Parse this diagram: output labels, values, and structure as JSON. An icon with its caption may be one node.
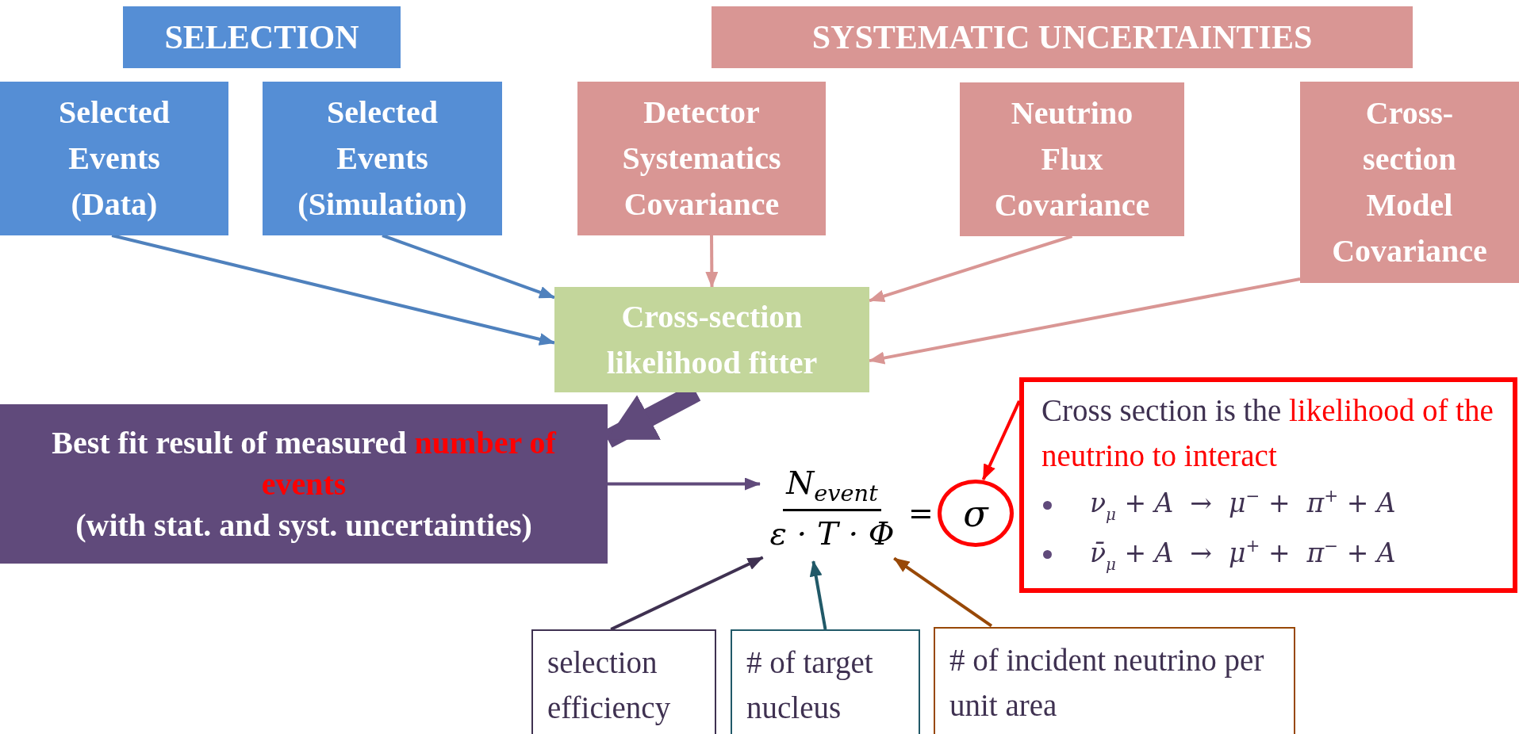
{
  "diagram": {
    "nodes": [
      {
        "text": [
          "SELECTION"
        ]
      },
      {
        "text": [
          "SYSTEMATIC UNCERTAINTIES"
        ]
      },
      {
        "text": [
          "Selected Events (Data)"
        ]
      },
      {
        "text": [
          "Selected Events (Simulation)"
        ]
      },
      {
        "text": [
          "Detector Systematics Covariance"
        ]
      },
      {
        "text": [
          "Neutrino Flux Covariance"
        ]
      },
      {
        "text": [
          "Cross-section Model Covariance"
        ]
      },
      {
        "text": [
          "Cross-section likelihood fitter"
        ]
      },
      {
        "text": [
          "Best fit result of  measured **number of events**",
          "(with stat. and syst. uncertainties)"
        ]
      },
      {
        "text": [
          "N$_{event}$",
          "ε · T · Φ"
        ]
      },
      {
        "text": [
          "σ"
        ]
      },
      {
        "text": [
          "Cross section is the **likelihood of the neutrino to interact**",
          "ν$_{μ}$ + A  →  μ$^{−}$ +  π$^{+}$ + A",
          "ν̄$_{μ}$ + A  →  μ$^{+}$ +  π$^{−}$ + A"
        ]
      },
      {
        "text": [
          "selection efficiency"
        ]
      },
      {
        "text": [
          "# of target nucleus"
        ]
      },
      {
        "text": [
          "# of incident neutrino per unit area"
        ]
      }
    ],
    "edges": [
      {
        "from": 2,
        "to": 7,
        "arrow": "to",
        "color": "#4f81bd"
      },
      {
        "from": 3,
        "to": 7,
        "arrow": "to",
        "color": "#4f81bd"
      },
      {
        "from": 4,
        "to": 7,
        "arrow": "to"
      },
      {
        "from": 5,
        "to": 7,
        "arrow": "to"
      },
      {
        "from": 6,
        "to": 7,
        "arrow": "to"
      },
      {
        "from": 7,
        "to": 8,
        "arrow": "to",
        "style": "thick",
        "color": "#604a7b"
      },
      {
        "from": 8,
        "to": 9,
        "arrow": "to",
        "color": "#604a7b"
      },
      {
        "from": 11,
        "to": 10,
        "arrow": "to",
        "color": "#ff0000"
      },
      {
        "from": 12,
        "to": 9,
        "arrow": "to",
        "color": "#3f3151"
      },
      {
        "from": 13,
        "to": 9,
        "arrow": "to",
        "color": "#215968"
      },
      {
        "from": 14,
        "to": 9,
        "arrow": "to",
        "color": "#984807"
      }
    ],
    "labels": [
      "="
    ]
  }
}
